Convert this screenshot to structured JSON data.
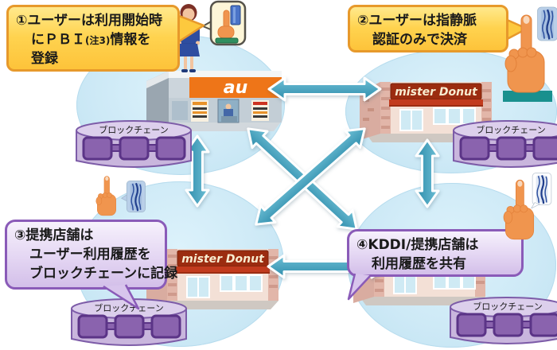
{
  "callouts": {
    "c1": {
      "line1": "①ユーザーは利用開始時",
      "line2_pre": "にＰＢＩ",
      "line2_note": "(注3)",
      "line2_post": "情報を",
      "line3": "登録"
    },
    "c2": {
      "line1": "②ユーザーは指静脈",
      "line2": "認証のみで決済"
    },
    "c3": {
      "line1": "③提携店舗は",
      "line2": "ユーザー利用履歴を",
      "line3": "ブロックチェーンに記録"
    },
    "c4": {
      "line1": "④KDDI/提携店舗は",
      "line2": "利用履歴を共有"
    }
  },
  "blockchain": {
    "label": "ブロックチェーン"
  },
  "stores": {
    "au_label": "au",
    "mister_donut_label": "mister Donut"
  },
  "icons": {
    "blockchain_icon": "database cylinder with three linked blocks",
    "finger_vein_icon": "raised index finger with vein scan pattern",
    "touch_card_icon": "finger touching blue card in small bubble",
    "user_icon": "woman in blue suit"
  },
  "colors": {
    "circle_fill": "#cde9f6",
    "arrow_teal": "#3a99b8",
    "callout_yellow": "#ffd34f",
    "callout_yellow_border": "#e7992b",
    "callout_purple": "#e4d6f3",
    "callout_purple_border": "#8a5bb8",
    "block_purple": "#8a63ae",
    "au_orange": "#ee7518",
    "donut_sign_red": "#9b2c10",
    "hand_orange": "#f0954e",
    "vein_blue": "#2c4f9e"
  }
}
